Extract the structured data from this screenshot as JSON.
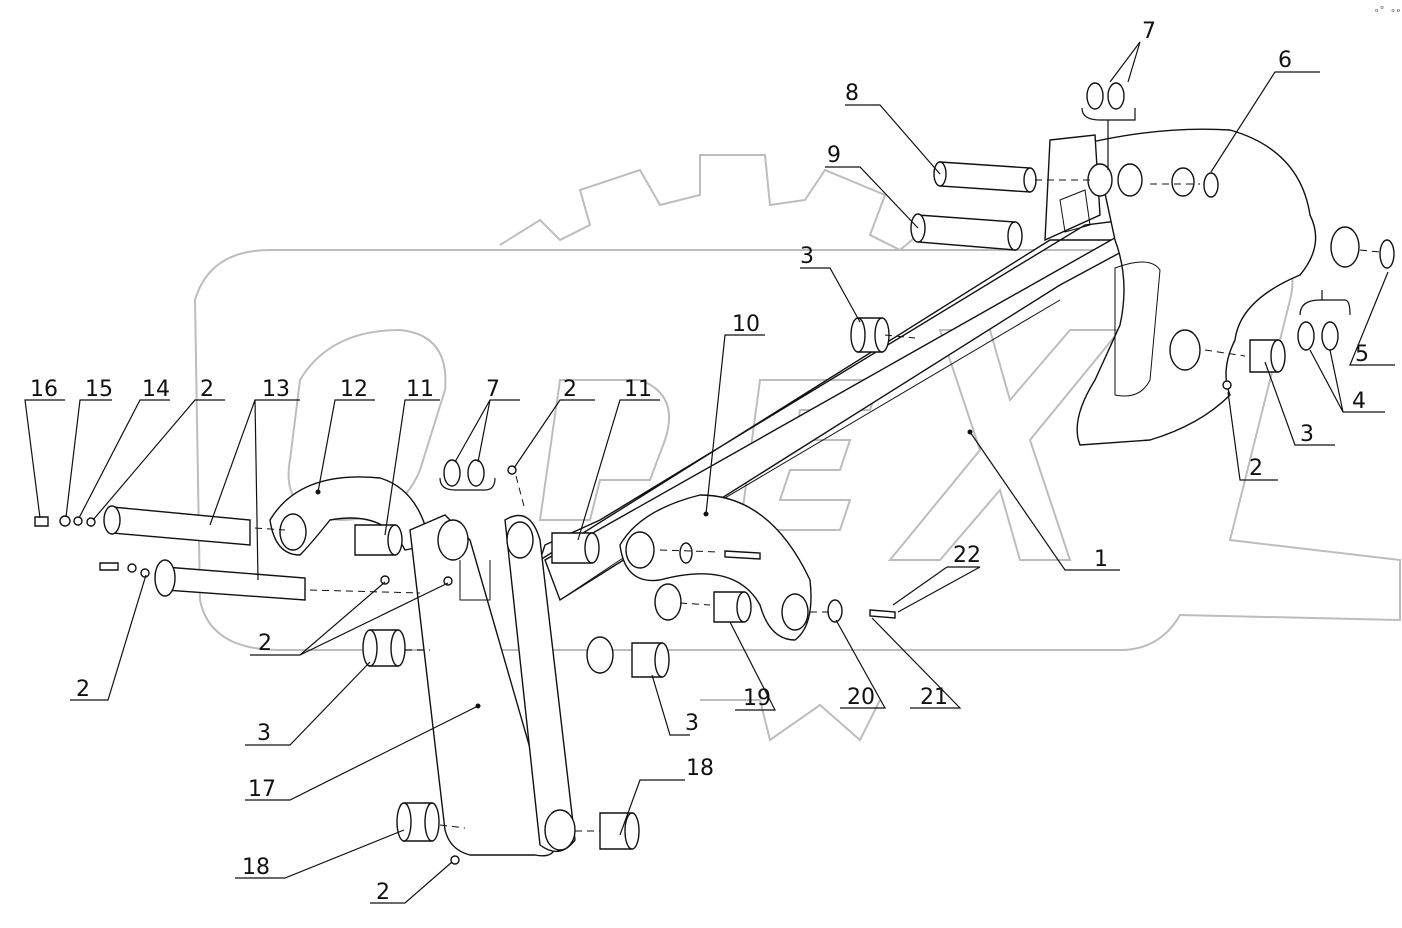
{
  "corner_mark": "ₒᵒ ₒₒₒ",
  "callouts": [
    {
      "id": "c1",
      "text": "1"
    },
    {
      "id": "c2a",
      "text": "2"
    },
    {
      "id": "c2b",
      "text": "2"
    },
    {
      "id": "c2c",
      "text": "2"
    },
    {
      "id": "c2d",
      "text": "2"
    },
    {
      "id": "c2e",
      "text": "2"
    },
    {
      "id": "c2f",
      "text": "2"
    },
    {
      "id": "c3a",
      "text": "3"
    },
    {
      "id": "c3b",
      "text": "3"
    },
    {
      "id": "c3c",
      "text": "3"
    },
    {
      "id": "c3d",
      "text": "3"
    },
    {
      "id": "c4",
      "text": "4"
    },
    {
      "id": "c5",
      "text": "5"
    },
    {
      "id": "c6",
      "text": "6"
    },
    {
      "id": "c7a",
      "text": "7"
    },
    {
      "id": "c7b",
      "text": "7"
    },
    {
      "id": "c8",
      "text": "8"
    },
    {
      "id": "c9",
      "text": "9"
    },
    {
      "id": "c10",
      "text": "10"
    },
    {
      "id": "c11a",
      "text": "11"
    },
    {
      "id": "c11b",
      "text": "11"
    },
    {
      "id": "c12",
      "text": "12"
    },
    {
      "id": "c13",
      "text": "13"
    },
    {
      "id": "c14",
      "text": "14"
    },
    {
      "id": "c15",
      "text": "15"
    },
    {
      "id": "c16",
      "text": "16"
    },
    {
      "id": "c17",
      "text": "17"
    },
    {
      "id": "c18a",
      "text": "18"
    },
    {
      "id": "c18b",
      "text": "18"
    },
    {
      "id": "c19",
      "text": "19"
    },
    {
      "id": "c20",
      "text": "20"
    },
    {
      "id": "c21",
      "text": "21"
    },
    {
      "id": "c22",
      "text": "22"
    }
  ]
}
